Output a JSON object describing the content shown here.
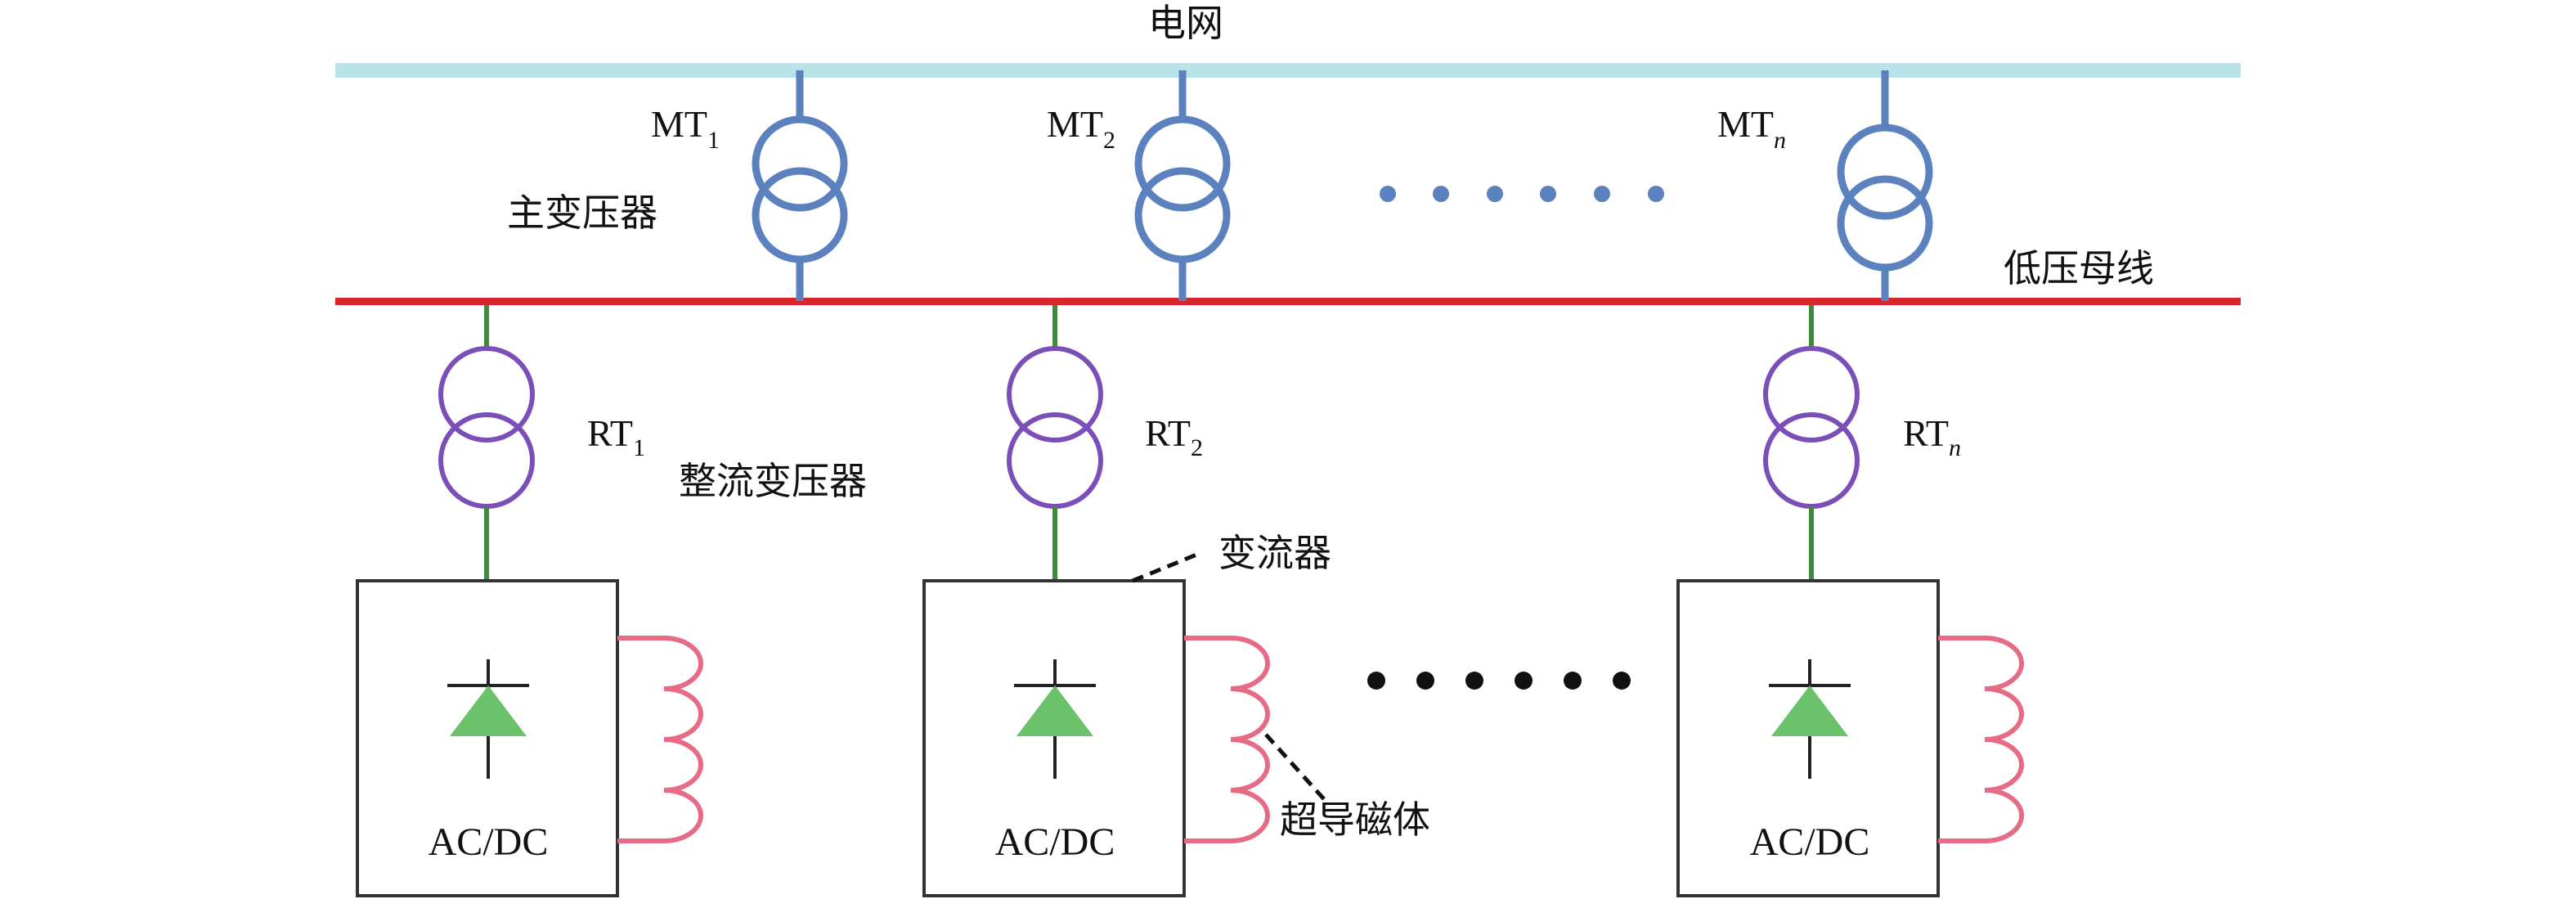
{
  "labels": {
    "grid": "电网",
    "main_transformer": "主变压器",
    "low_voltage_bus": "低压母线",
    "rectifier_transformer": "整流变压器",
    "converter": "变流器",
    "superconducting_magnet": "超导磁体"
  },
  "main_transformers": [
    {
      "name": "MT",
      "sub": "1"
    },
    {
      "name": "MT",
      "sub": "2"
    },
    {
      "name": "MT",
      "sub": "n"
    }
  ],
  "rectifier_transformers": [
    {
      "name": "RT",
      "sub": "1"
    },
    {
      "name": "RT",
      "sub": "2"
    },
    {
      "name": "RT",
      "sub": "n"
    }
  ],
  "converters": [
    {
      "label": "AC/DC"
    },
    {
      "label": "AC/DC"
    },
    {
      "label": "AC/DC"
    }
  ],
  "colors": {
    "grid_bus": "#b9e3e6",
    "lv_bus": "#d9262c",
    "main_transformer": "#5b82be",
    "rectifier_transformer": "#7a4fb8",
    "connector": "#3f8a3f",
    "diode": "#6cc26c",
    "magnet": "#e66b84",
    "dots_upper": "#5b82be",
    "dots_lower": "#111111"
  }
}
